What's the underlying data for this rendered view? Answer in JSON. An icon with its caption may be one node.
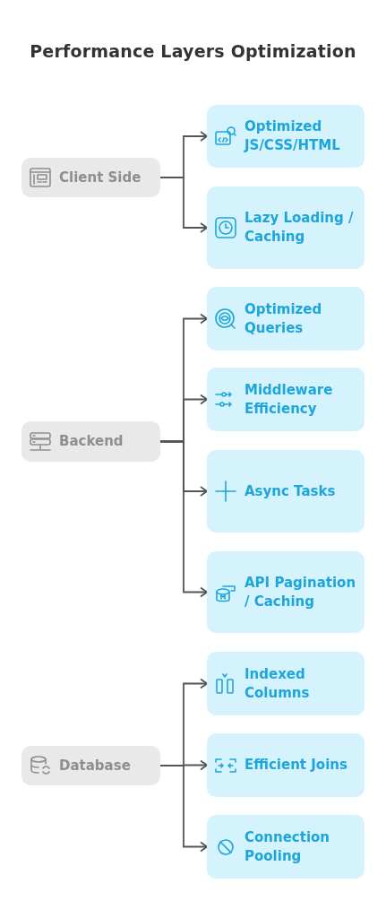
{
  "diagram": {
    "title": "Performance Layers Optimization",
    "nodes": [
      {
        "text": [
          "Client Side"
        ]
      },
      {
        "text": [
          "Optimized JS/CSS/HTML"
        ]
      },
      {
        "text": [
          "Lazy Loading / Caching"
        ]
      },
      {
        "text": [
          "Backend"
        ]
      },
      {
        "text": [
          "Optimized Queries"
        ]
      },
      {
        "text": [
          "Middleware Efficiency"
        ]
      },
      {
        "text": [
          "Async Tasks"
        ]
      },
      {
        "text": [
          "API Pagination / Caching"
        ]
      },
      {
        "text": [
          "Database"
        ]
      },
      {
        "text": [
          "Indexed Columns"
        ]
      },
      {
        "text": [
          "Efficient Joins"
        ]
      },
      {
        "text": [
          "Connection Pooling"
        ]
      }
    ],
    "edges": [
      {
        "from": 0,
        "to": 1,
        "arrow": "to"
      },
      {
        "from": 0,
        "to": 2,
        "arrow": "to"
      },
      {
        "from": 3,
        "to": 4,
        "arrow": "to"
      },
      {
        "from": 3,
        "to": 5,
        "arrow": "to"
      },
      {
        "from": 3,
        "to": 6,
        "arrow": "to"
      },
      {
        "from": 3,
        "to": 7,
        "arrow": "to"
      },
      {
        "from": 8,
        "to": 9,
        "arrow": "to"
      },
      {
        "from": 8,
        "to": 10,
        "arrow": "to"
      },
      {
        "from": 8,
        "to": 11,
        "arrow": "to"
      }
    ]
  }
}
